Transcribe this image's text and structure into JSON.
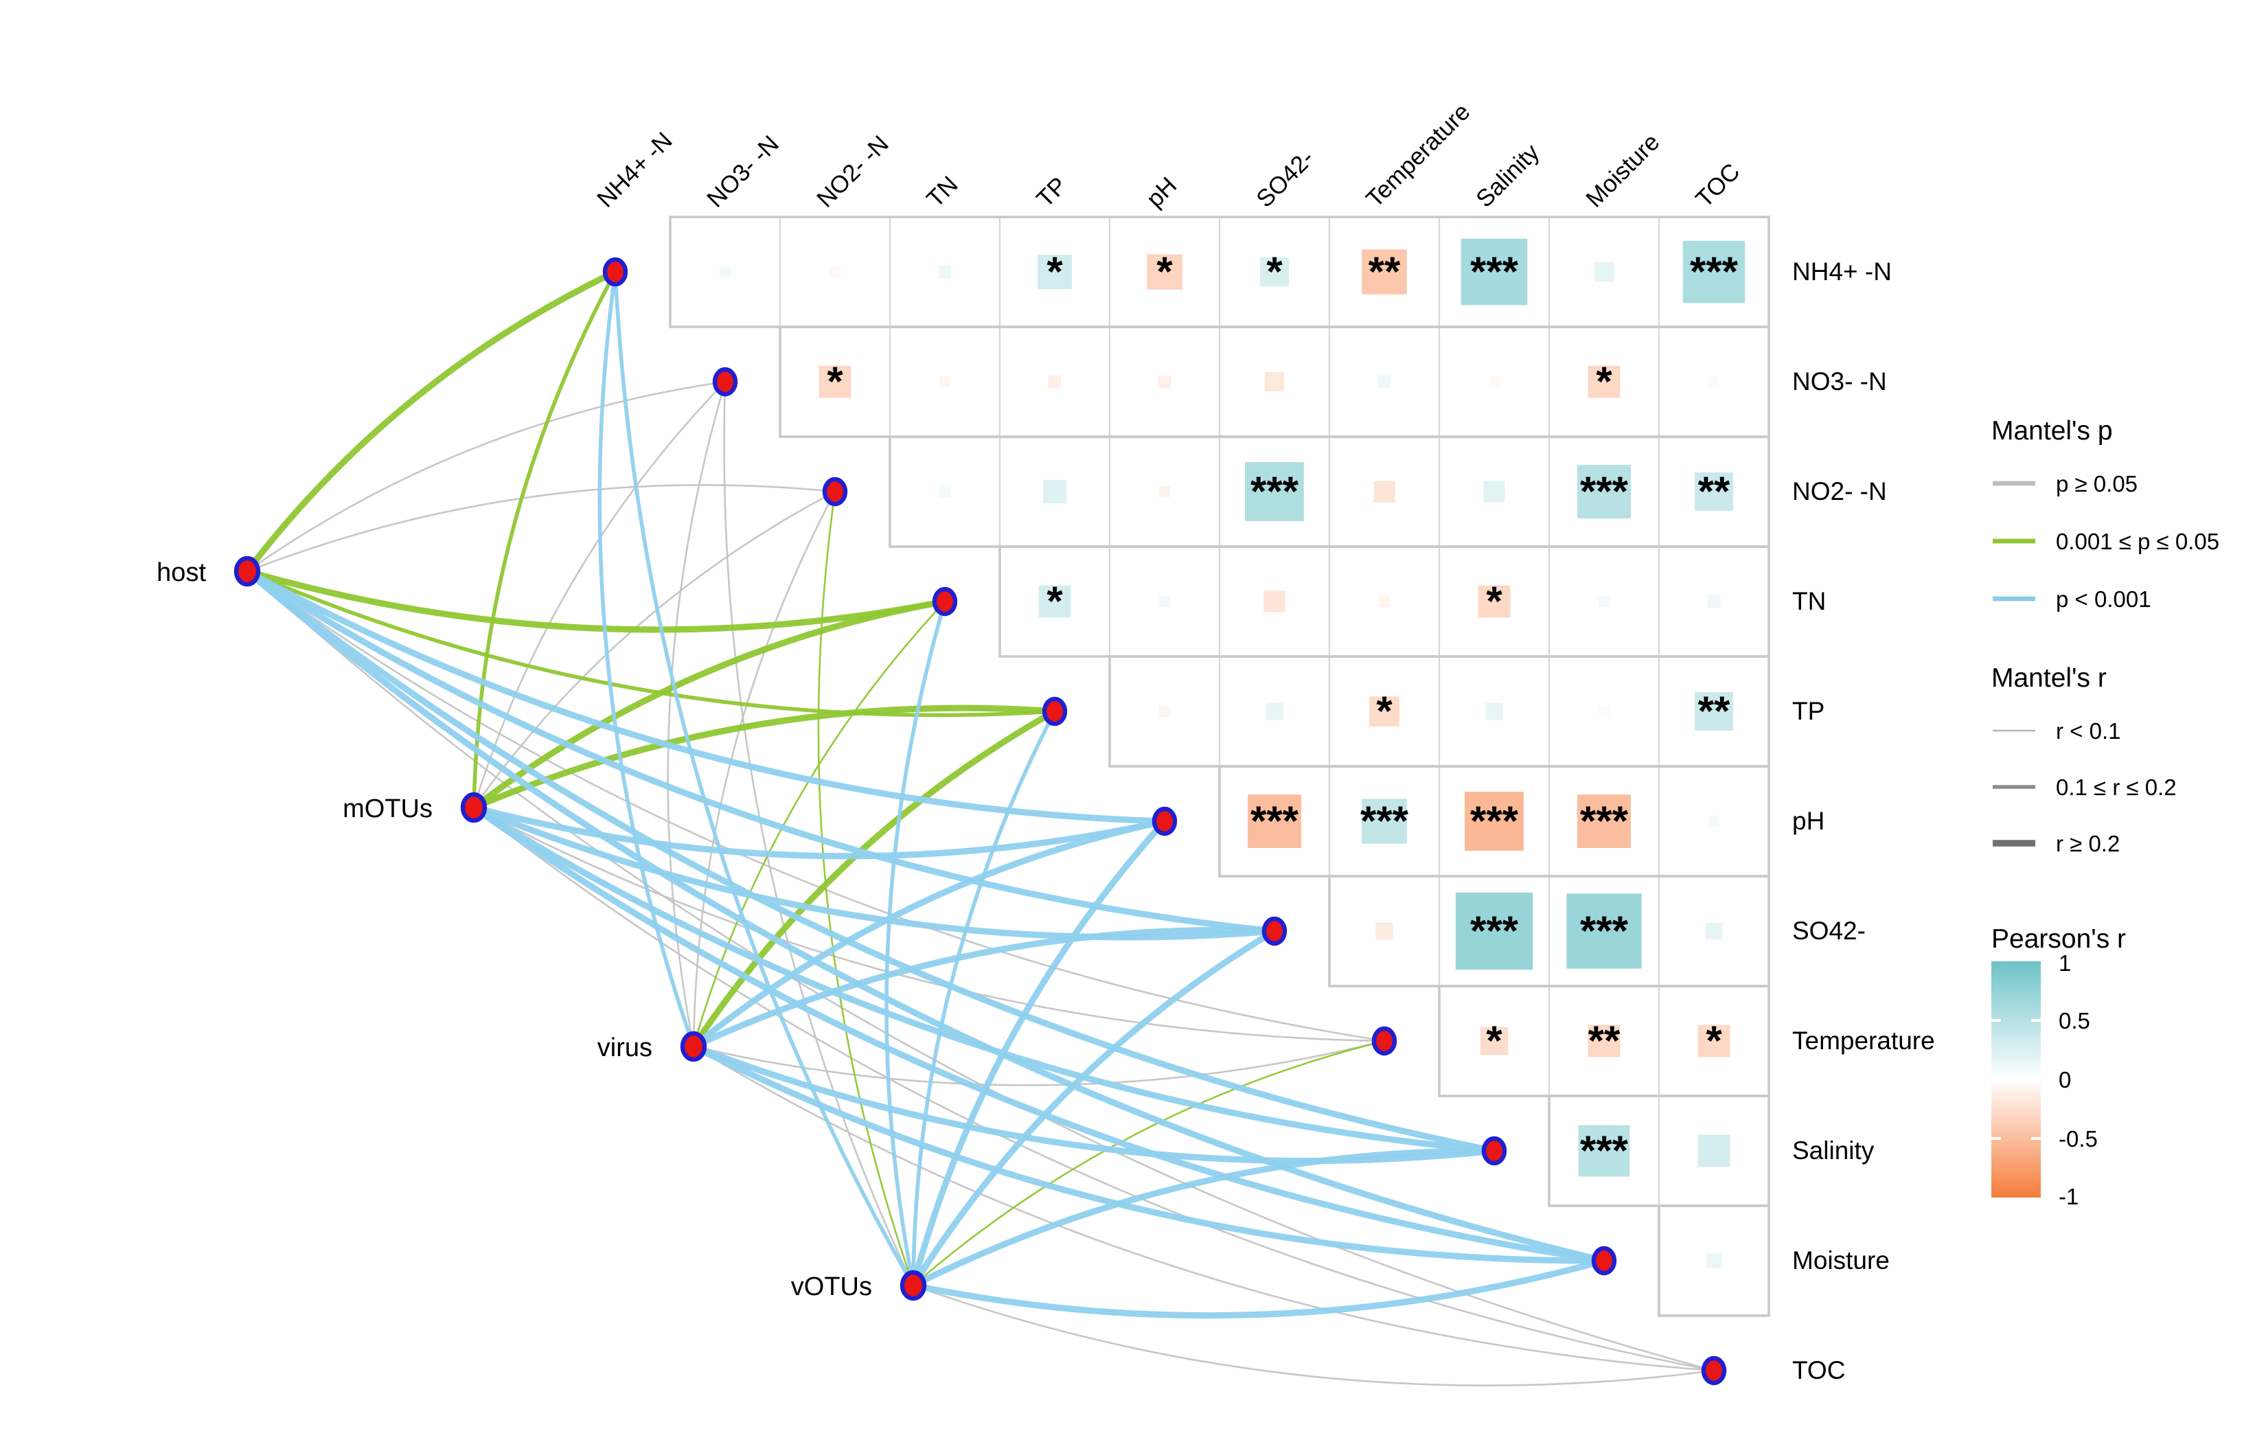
{
  "chart_data": {
    "type": "heatmap",
    "subtype": "mantel-test-correlation-network",
    "variables": [
      "NH4+ -N",
      "NO3- -N",
      "NO2- -N",
      "TN",
      "TP",
      "pH",
      "SO42-",
      "Temperature",
      "Salinity",
      "Moisture",
      "TOC"
    ],
    "communities": [
      "host",
      "mOTUs",
      "virus",
      "vOTUs"
    ],
    "correlations": [
      {
        "i": 0,
        "j": 1,
        "r": 0.1,
        "sig": ""
      },
      {
        "i": 0,
        "j": 2,
        "r": -0.06,
        "sig": ""
      },
      {
        "i": 0,
        "j": 3,
        "r": 0.12,
        "sig": ""
      },
      {
        "i": 0,
        "j": 4,
        "r": 0.32,
        "sig": "*"
      },
      {
        "i": 0,
        "j": 5,
        "r": -0.33,
        "sig": "*"
      },
      {
        "i": 0,
        "j": 6,
        "r": 0.27,
        "sig": "*"
      },
      {
        "i": 0,
        "j": 7,
        "r": -0.42,
        "sig": "**"
      },
      {
        "i": 0,
        "j": 8,
        "r": 0.62,
        "sig": "***"
      },
      {
        "i": 0,
        "j": 9,
        "r": 0.18,
        "sig": ""
      },
      {
        "i": 0,
        "j": 10,
        "r": 0.58,
        "sig": "***"
      },
      {
        "i": 1,
        "j": 2,
        "r": -0.3,
        "sig": "*"
      },
      {
        "i": 1,
        "j": 3,
        "r": -0.08,
        "sig": ""
      },
      {
        "i": 1,
        "j": 4,
        "r": -0.12,
        "sig": ""
      },
      {
        "i": 1,
        "j": 5,
        "r": -0.12,
        "sig": ""
      },
      {
        "i": 1,
        "j": 6,
        "r": -0.18,
        "sig": ""
      },
      {
        "i": 1,
        "j": 7,
        "r": 0.12,
        "sig": ""
      },
      {
        "i": 1,
        "j": 8,
        "r": -0.05,
        "sig": ""
      },
      {
        "i": 1,
        "j": 9,
        "r": -0.3,
        "sig": "*"
      },
      {
        "i": 1,
        "j": 10,
        "r": 0.06,
        "sig": ""
      },
      {
        "i": 2,
        "j": 3,
        "r": 0.08,
        "sig": ""
      },
      {
        "i": 2,
        "j": 4,
        "r": 0.22,
        "sig": ""
      },
      {
        "i": 2,
        "j": 5,
        "r": -0.1,
        "sig": ""
      },
      {
        "i": 2,
        "j": 6,
        "r": 0.55,
        "sig": "***"
      },
      {
        "i": 2,
        "j": 7,
        "r": -0.2,
        "sig": ""
      },
      {
        "i": 2,
        "j": 8,
        "r": 0.2,
        "sig": ""
      },
      {
        "i": 2,
        "j": 9,
        "r": 0.5,
        "sig": "***"
      },
      {
        "i": 2,
        "j": 10,
        "r": 0.36,
        "sig": "**"
      },
      {
        "i": 3,
        "j": 4,
        "r": 0.3,
        "sig": "*"
      },
      {
        "i": 3,
        "j": 5,
        "r": 0.1,
        "sig": ""
      },
      {
        "i": 3,
        "j": 6,
        "r": -0.2,
        "sig": ""
      },
      {
        "i": 3,
        "j": 7,
        "r": -0.08,
        "sig": ""
      },
      {
        "i": 3,
        "j": 8,
        "r": -0.3,
        "sig": "*"
      },
      {
        "i": 3,
        "j": 9,
        "r": 0.08,
        "sig": ""
      },
      {
        "i": 3,
        "j": 10,
        "r": 0.12,
        "sig": ""
      },
      {
        "i": 4,
        "j": 5,
        "r": -0.08,
        "sig": ""
      },
      {
        "i": 4,
        "j": 6,
        "r": 0.16,
        "sig": ""
      },
      {
        "i": 4,
        "j": 7,
        "r": -0.28,
        "sig": "*"
      },
      {
        "i": 4,
        "j": 8,
        "r": 0.16,
        "sig": ""
      },
      {
        "i": 4,
        "j": 9,
        "r": 0.04,
        "sig": ""
      },
      {
        "i": 4,
        "j": 10,
        "r": 0.36,
        "sig": "**"
      },
      {
        "i": 5,
        "j": 6,
        "r": -0.5,
        "sig": "***"
      },
      {
        "i": 5,
        "j": 7,
        "r": 0.42,
        "sig": "***"
      },
      {
        "i": 5,
        "j": 8,
        "r": -0.55,
        "sig": "***"
      },
      {
        "i": 5,
        "j": 9,
        "r": -0.5,
        "sig": "***"
      },
      {
        "i": 5,
        "j": 10,
        "r": 0.08,
        "sig": ""
      },
      {
        "i": 6,
        "j": 7,
        "r": -0.16,
        "sig": ""
      },
      {
        "i": 6,
        "j": 8,
        "r": 0.72,
        "sig": "***"
      },
      {
        "i": 6,
        "j": 9,
        "r": 0.7,
        "sig": "***"
      },
      {
        "i": 6,
        "j": 10,
        "r": 0.16,
        "sig": ""
      },
      {
        "i": 7,
        "j": 8,
        "r": -0.26,
        "sig": "*"
      },
      {
        "i": 7,
        "j": 9,
        "r": -0.3,
        "sig": "**"
      },
      {
        "i": 7,
        "j": 10,
        "r": -0.3,
        "sig": "*"
      },
      {
        "i": 8,
        "j": 9,
        "r": 0.48,
        "sig": "***"
      },
      {
        "i": 8,
        "j": 10,
        "r": 0.3,
        "sig": ""
      },
      {
        "i": 9,
        "j": 10,
        "r": 0.14,
        "sig": ""
      }
    ],
    "mantel_edges": [
      {
        "c": "host",
        "v": 0,
        "p": "0.001 ≤ p ≤ 0.05",
        "r": "r ≥ 0.2"
      },
      {
        "c": "host",
        "v": 1,
        "p": "p ≥ 0.05",
        "r": "r < 0.1"
      },
      {
        "c": "host",
        "v": 2,
        "p": "p ≥ 0.05",
        "r": "r < 0.1"
      },
      {
        "c": "host",
        "v": 3,
        "p": "0.001 ≤ p ≤ 0.05",
        "r": "r ≥ 0.2"
      },
      {
        "c": "host",
        "v": 4,
        "p": "0.001 ≤ p ≤ 0.05",
        "r": "0.1 ≤ r ≤ 0.2"
      },
      {
        "c": "host",
        "v": 5,
        "p": "p < 0.001",
        "r": "r ≥ 0.2"
      },
      {
        "c": "host",
        "v": 6,
        "p": "p < 0.001",
        "r": "r ≥ 0.2"
      },
      {
        "c": "host",
        "v": 7,
        "p": "p ≥ 0.05",
        "r": "r < 0.1"
      },
      {
        "c": "host",
        "v": 8,
        "p": "p < 0.001",
        "r": "r ≥ 0.2"
      },
      {
        "c": "host",
        "v": 9,
        "p": "p < 0.001",
        "r": "r ≥ 0.2"
      },
      {
        "c": "host",
        "v": 10,
        "p": "p ≥ 0.05",
        "r": "r < 0.1"
      },
      {
        "c": "mOTUs",
        "v": 0,
        "p": "0.001 ≤ p ≤ 0.05",
        "r": "0.1 ≤ r ≤ 0.2"
      },
      {
        "c": "mOTUs",
        "v": 1,
        "p": "p ≥ 0.05",
        "r": "r < 0.1"
      },
      {
        "c": "mOTUs",
        "v": 2,
        "p": "p ≥ 0.05",
        "r": "r < 0.1"
      },
      {
        "c": "mOTUs",
        "v": 3,
        "p": "0.001 ≤ p ≤ 0.05",
        "r": "r ≥ 0.2"
      },
      {
        "c": "mOTUs",
        "v": 4,
        "p": "0.001 ≤ p ≤ 0.05",
        "r": "r ≥ 0.2"
      },
      {
        "c": "mOTUs",
        "v": 5,
        "p": "p < 0.001",
        "r": "r ≥ 0.2"
      },
      {
        "c": "mOTUs",
        "v": 6,
        "p": "p < 0.001",
        "r": "r ≥ 0.2"
      },
      {
        "c": "mOTUs",
        "v": 7,
        "p": "p ≥ 0.05",
        "r": "r < 0.1"
      },
      {
        "c": "mOTUs",
        "v": 8,
        "p": "p < 0.001",
        "r": "r ≥ 0.2"
      },
      {
        "c": "mOTUs",
        "v": 9,
        "p": "p < 0.001",
        "r": "r ≥ 0.2"
      },
      {
        "c": "mOTUs",
        "v": 10,
        "p": "p ≥ 0.05",
        "r": "r < 0.1"
      },
      {
        "c": "virus",
        "v": 0,
        "p": "p < 0.001",
        "r": "0.1 ≤ r ≤ 0.2"
      },
      {
        "c": "virus",
        "v": 1,
        "p": "p ≥ 0.05",
        "r": "r < 0.1"
      },
      {
        "c": "virus",
        "v": 2,
        "p": "p ≥ 0.05",
        "r": "r < 0.1"
      },
      {
        "c": "virus",
        "v": 3,
        "p": "0.001 ≤ p ≤ 0.05",
        "r": "r < 0.1"
      },
      {
        "c": "virus",
        "v": 4,
        "p": "0.001 ≤ p ≤ 0.05",
        "r": "r ≥ 0.2"
      },
      {
        "c": "virus",
        "v": 5,
        "p": "p < 0.001",
        "r": "r ≥ 0.2"
      },
      {
        "c": "virus",
        "v": 6,
        "p": "p < 0.001",
        "r": "r ≥ 0.2"
      },
      {
        "c": "virus",
        "v": 7,
        "p": "p ≥ 0.05",
        "r": "r < 0.1"
      },
      {
        "c": "virus",
        "v": 8,
        "p": "p < 0.001",
        "r": "r ≥ 0.2"
      },
      {
        "c": "virus",
        "v": 9,
        "p": "p < 0.001",
        "r": "r ≥ 0.2"
      },
      {
        "c": "virus",
        "v": 10,
        "p": "p ≥ 0.05",
        "r": "r < 0.1"
      },
      {
        "c": "vOTUs",
        "v": 0,
        "p": "p < 0.001",
        "r": "0.1 ≤ r ≤ 0.2"
      },
      {
        "c": "vOTUs",
        "v": 1,
        "p": "p ≥ 0.05",
        "r": "r < 0.1"
      },
      {
        "c": "vOTUs",
        "v": 2,
        "p": "0.001 ≤ p ≤ 0.05",
        "r": "r < 0.1"
      },
      {
        "c": "vOTUs",
        "v": 3,
        "p": "p < 0.001",
        "r": "0.1 ≤ r ≤ 0.2"
      },
      {
        "c": "vOTUs",
        "v": 4,
        "p": "p < 0.001",
        "r": "0.1 ≤ r ≤ 0.2"
      },
      {
        "c": "vOTUs",
        "v": 5,
        "p": "p < 0.001",
        "r": "r ≥ 0.2"
      },
      {
        "c": "vOTUs",
        "v": 6,
        "p": "p < 0.001",
        "r": "r ≥ 0.2"
      },
      {
        "c": "vOTUs",
        "v": 7,
        "p": "0.001 ≤ p ≤ 0.05",
        "r": "r < 0.1"
      },
      {
        "c": "vOTUs",
        "v": 8,
        "p": "p < 0.001",
        "r": "r ≥ 0.2"
      },
      {
        "c": "vOTUs",
        "v": 9,
        "p": "p < 0.001",
        "r": "r ≥ 0.2"
      },
      {
        "c": "vOTUs",
        "v": 10,
        "p": "p ≥ 0.05",
        "r": "r < 0.1"
      }
    ],
    "legends": {
      "mantel_p": {
        "title": "Mantel's p",
        "items": [
          {
            "label": "p ≥ 0.05",
            "color": "#bdbdbd"
          },
          {
            "label": "0.001 ≤ p ≤ 0.05",
            "color": "#8fc731"
          },
          {
            "label": "p < 0.001",
            "color": "#86cdea"
          }
        ]
      },
      "mantel_r": {
        "title": "Mantel's r",
        "items": [
          {
            "label": "r < 0.1"
          },
          {
            "label": "0.1 ≤ r ≤ 0.2"
          },
          {
            "label": "r ≥ 0.2"
          }
        ]
      },
      "pearson": {
        "title": "Pearson's r",
        "ticks": [
          "1",
          "0.5",
          "0",
          "-0.5",
          "-1"
        ],
        "range": [
          -1,
          1
        ]
      }
    },
    "colors": {
      "positive": "#6ec3c9",
      "negative": "#f57d3c",
      "edge_gray": "#c4c4c4",
      "edge_green": "#8fc731",
      "edge_blue": "#8fd0ee",
      "node_fill": "#ea1515",
      "node_stroke": "#2020d0",
      "grid": "#c9c9c9"
    },
    "layout": {
      "grid_on": false,
      "legend_position": "right",
      "matrix": "upper-triangular, diagonal omitted"
    }
  }
}
